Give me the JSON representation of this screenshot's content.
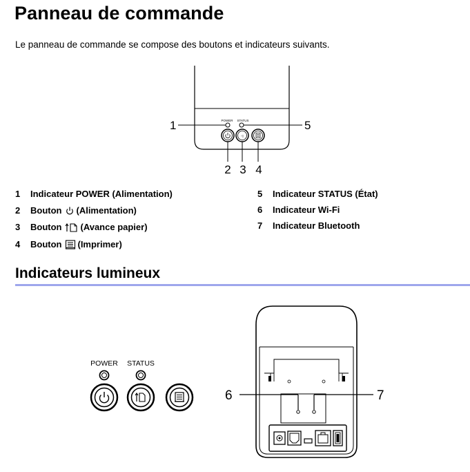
{
  "page": {
    "title": "Panneau de commande",
    "intro": "Le panneau de commande se compose des boutons et indicateurs suivants.",
    "section_title": "Indicateurs lumineux"
  },
  "diagram_top": {
    "callouts": [
      "1",
      "5",
      "2",
      "3",
      "4"
    ],
    "small_labels": {
      "power": "POWER",
      "status": "STATUS"
    }
  },
  "legend": {
    "left": [
      {
        "num": "1",
        "label": "Indicateur POWER (Alimentation)"
      },
      {
        "num": "2",
        "before": "Bouton",
        "after": "(Alimentation)",
        "icon": "power-icon"
      },
      {
        "num": "3",
        "before": "Bouton",
        "after": "(Avance papier)",
        "icon": "paper-feed-icon"
      },
      {
        "num": "4",
        "before": "Bouton",
        "after": "(Imprimer)",
        "icon": "print-icon"
      }
    ],
    "right": [
      {
        "num": "5",
        "label": "Indicateur STATUS (État)"
      },
      {
        "num": "6",
        "label": "Indicateur Wi-Fi"
      },
      {
        "num": "7",
        "label": "Indicateur Bluetooth"
      }
    ]
  },
  "diagram_bottom": {
    "labels": {
      "power": "POWER",
      "status": "STATUS"
    },
    "callouts": [
      "6",
      "7"
    ]
  }
}
